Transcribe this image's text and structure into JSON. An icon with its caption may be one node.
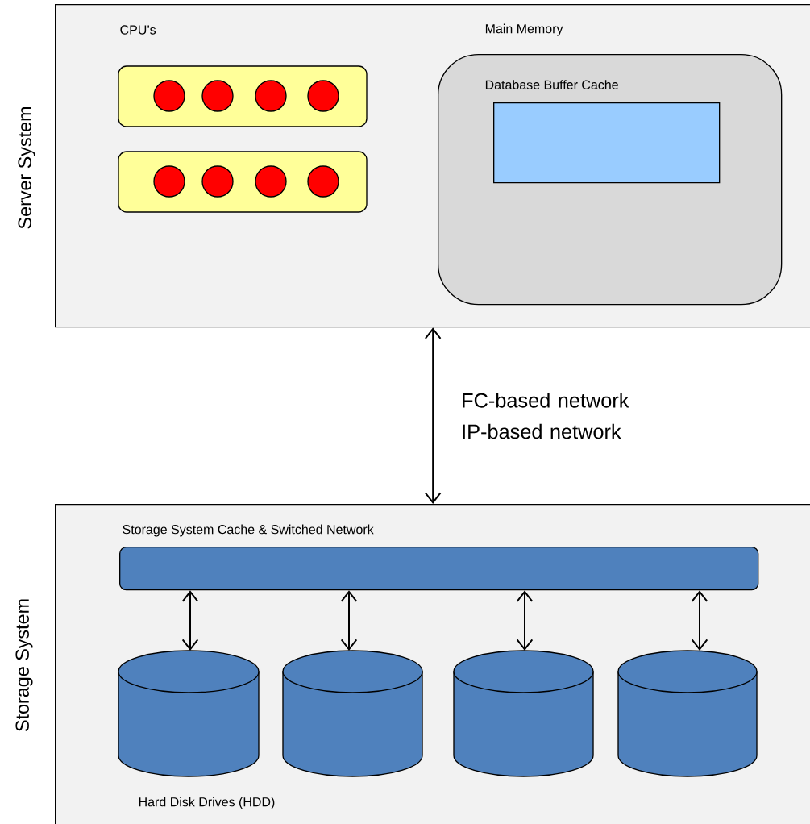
{
  "diagram": {
    "nodes": [
      {
        "text": [
          "Server System"
        ]
      },
      {
        "text": [
          "Main Memory"
        ],
        "in": 0
      },
      {
        "text": [
          "Database Buffer Cache"
        ],
        "in": 1
      },
      {
        "text": [
          "Storage System"
        ]
      },
      {
        "text": [
          "Storage System Cache & Switched Network"
        ],
        "in": 3
      },
      {
        "text": [],
        "shape": "cylinder",
        "in": 3
      },
      {
        "text": [],
        "shape": "cylinder",
        "in": 3
      },
      {
        "text": [],
        "shape": "cylinder",
        "in": 3
      },
      {
        "text": [],
        "shape": "cylinder",
        "in": 3
      }
    ],
    "edges": [
      {
        "from": 0,
        "to": 3,
        "arrow": "both",
        "label": "FC-based network IP-based network"
      },
      {
        "from": 4,
        "to": 5,
        "arrow": "both"
      },
      {
        "from": 4,
        "to": 6,
        "arrow": "both"
      },
      {
        "from": 4,
        "to": 7,
        "arrow": "both"
      },
      {
        "from": 4,
        "to": 8,
        "arrow": "both"
      }
    ],
    "labels": [
      "CPU’s",
      "Hard Disk Drives (HDD)"
    ]
  }
}
